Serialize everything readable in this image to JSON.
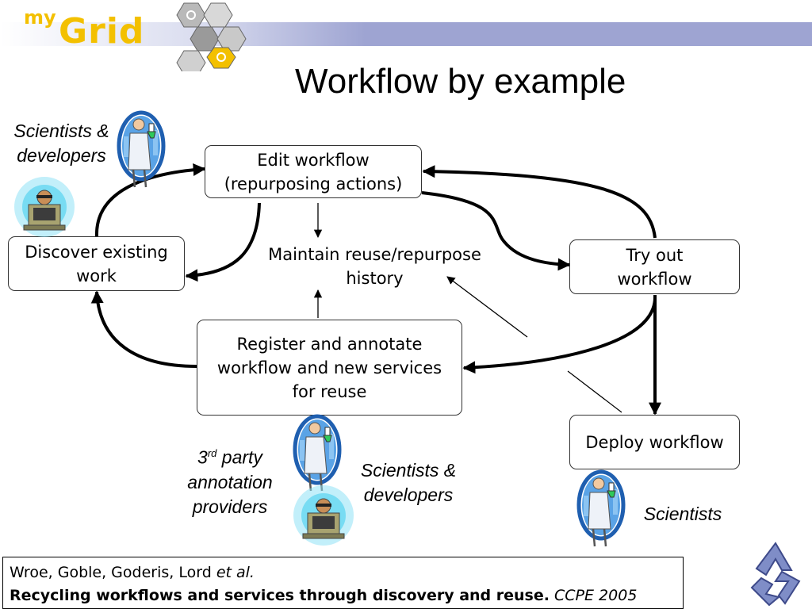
{
  "logo": {
    "prefix": "my",
    "name": "Grid"
  },
  "title": "Workflow by example",
  "boxes": {
    "edit": [
      "Edit workflow",
      "(repurposing actions)"
    ],
    "discover": [
      "Discover existing",
      "work"
    ],
    "try_out": [
      "Try out",
      "workflow"
    ],
    "register": [
      "Register and annotate",
      "workflow and new services",
      "for reuse"
    ],
    "deploy": "Deploy workflow"
  },
  "maintain_label": [
    "Maintain reuse/repurpose",
    "history"
  ],
  "roles": {
    "top_left": [
      "Scientists &",
      "developers"
    ],
    "third_party": {
      "number": "3",
      "suffix": "rd",
      "rest": " party",
      "line2": "annotation",
      "line3": "providers"
    },
    "bottom_middle": [
      "Scientists &",
      "developers"
    ],
    "bottom_right": "Scientists"
  },
  "reference": {
    "authors": "Wroe, Goble, Goderis, Lord",
    "et_al": "et al.",
    "title": "Recycling workflows and services through discovery and reuse",
    "venue": "CCPE 2005"
  },
  "colors": {
    "logo": "#f3c000",
    "header_band": "#9ea4d2",
    "figure_frame": "#1f5fb0",
    "coat": "#e8ecf4",
    "monitor": "#a8a370",
    "glow": "#5fd6f0",
    "recycle": "#7f8dc7"
  },
  "icons": [
    "scientist-icon",
    "developer-computer-icon",
    "recycle-icon",
    "molecule-logo-icon"
  ]
}
